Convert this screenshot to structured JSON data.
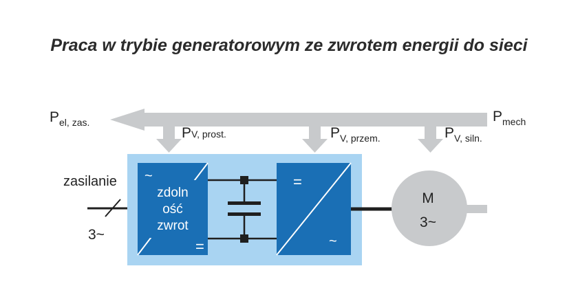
{
  "title": "Praca w trybie generatorowym ze zwrotem energii do sieci",
  "power_flow": {
    "p_el_main": "P",
    "p_el_sub": "el, zas.",
    "p_mech_main": "P",
    "p_mech_sub": "mech",
    "loss_rect_main": "P",
    "loss_rect_sub": "V, prost.",
    "loss_conv_main": "P",
    "loss_conv_sub": "V, przem.",
    "loss_motor_main": "P",
    "loss_motor_sub": "V, siln."
  },
  "supply": {
    "label": "zasilanie",
    "phases": "3~"
  },
  "rectifier": {
    "ac_symbol": "~",
    "dc_symbol": "=",
    "text_line1": "zdoln",
    "text_line2": "ość",
    "text_line3": "zwrot"
  },
  "inverter": {
    "dc_symbol": "=",
    "ac_symbol": "~"
  },
  "motor": {
    "letter": "M",
    "phases": "3~"
  },
  "colors": {
    "arrow_gray": "#c8cacc",
    "panel_light_blue": "#a9d4f2",
    "block_blue": "#1a6fb5",
    "dark_line": "#1f1f1f",
    "motor_gray": "#c8cacc"
  }
}
